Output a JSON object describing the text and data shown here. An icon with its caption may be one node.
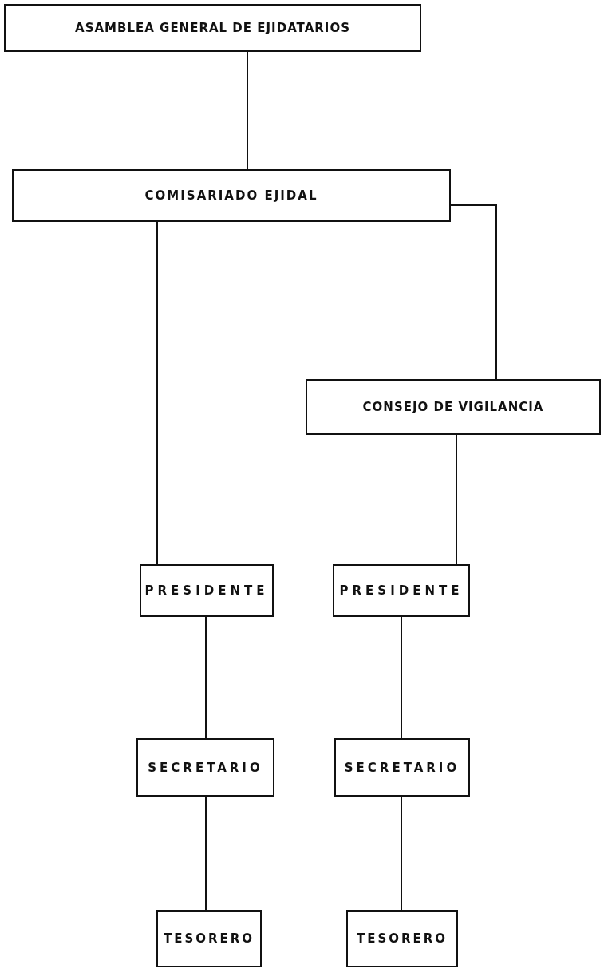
{
  "diagram": {
    "nodes": [
      {
        "text": [
          "ASAMBLEA GENERAL DE EJIDATARIOS"
        ]
      },
      {
        "text": [
          "COMISARIADO EJIDAL"
        ]
      },
      {
        "text": [
          "CONSEJO DE VIGILANCIA"
        ]
      },
      {
        "text": [
          "PRESIDENTE"
        ]
      },
      {
        "text": [
          "PRESIDENTE"
        ]
      },
      {
        "text": [
          "SECRETARIO"
        ]
      },
      {
        "text": [
          "SECRETARIO"
        ]
      },
      {
        "text": [
          "TESORERO"
        ]
      },
      {
        "text": [
          "TESORERO"
        ]
      }
    ],
    "edges": [
      {
        "from": 0,
        "to": 1,
        "arrow": "none"
      },
      {
        "from": 1,
        "to": 3,
        "arrow": "none"
      },
      {
        "from": 1,
        "to": 2,
        "arrow": "none"
      },
      {
        "from": 2,
        "to": 4,
        "arrow": "none"
      },
      {
        "from": 3,
        "to": 5,
        "arrow": "none"
      },
      {
        "from": 5,
        "to": 7,
        "arrow": "none"
      },
      {
        "from": 4,
        "to": 6,
        "arrow": "none"
      },
      {
        "from": 6,
        "to": 8,
        "arrow": "none"
      }
    ]
  }
}
